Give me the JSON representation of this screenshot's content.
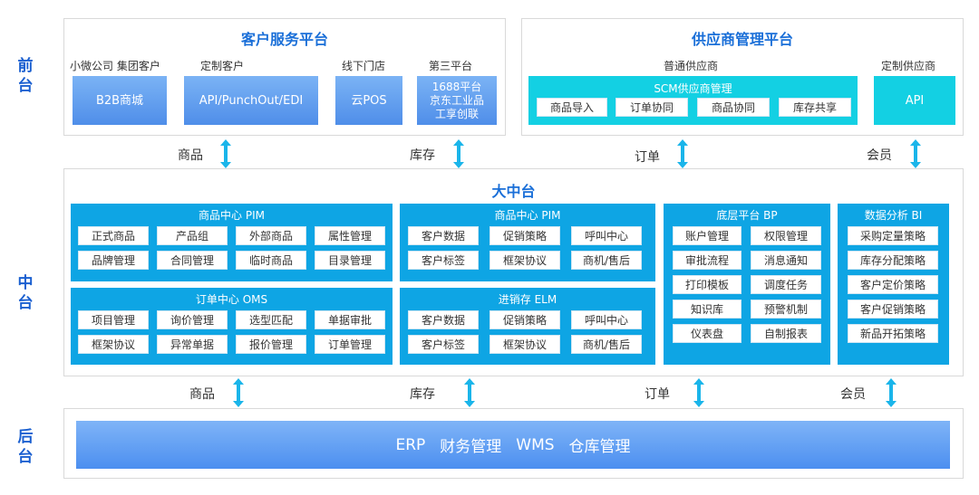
{
  "tiers": {
    "front": [
      "前",
      "台"
    ],
    "middle": [
      "中",
      "台"
    ],
    "back": [
      "后",
      "台"
    ]
  },
  "front": {
    "customer_platform": {
      "title": "客户服务平台",
      "groups": [
        {
          "caption": "小微公司 集团客户",
          "card": [
            "B2B商城"
          ]
        },
        {
          "caption": "定制客户",
          "card": [
            "API/PunchOut/EDI"
          ]
        },
        {
          "caption": "线下门店",
          "card": [
            "云POS"
          ]
        },
        {
          "caption": "第三平台",
          "card": [
            "1688平台",
            "京东工业品",
            "工享创联"
          ]
        }
      ]
    },
    "supplier_platform": {
      "title": "供应商管理平台",
      "normal_caption": "普通供应商",
      "scm_title": "SCM供应商管理",
      "scm_items": [
        "商品导入",
        "订单协同",
        "商品协同",
        "库存共享"
      ],
      "custom_caption": "定制供应商",
      "custom_card": "API"
    }
  },
  "flows_top": [
    "商品",
    "库存",
    "订单",
    "会员"
  ],
  "middle": {
    "title": "大中台",
    "modules": [
      {
        "title": "商品中心 PIM",
        "items": [
          "正式商品",
          "产品组",
          "外部商品",
          "属性管理",
          "品牌管理",
          "合同管理",
          "临时商品",
          "目录管理"
        ]
      },
      {
        "title": "订单中心 OMS",
        "items": [
          "项目管理",
          "询价管理",
          "选型匹配",
          "单据审批",
          "框架协议",
          "异常单据",
          "报价管理",
          "订单管理"
        ]
      },
      {
        "title": "商品中心 PIM",
        "items": [
          "客户数据",
          "促销策略",
          "呼叫中心",
          "客户标签",
          "框架协议",
          "商机/售后"
        ]
      },
      {
        "title": "进销存 ELM",
        "items": [
          "客户数据",
          "促销策略",
          "呼叫中心",
          "客户标签",
          "框架协议",
          "商机/售后"
        ]
      },
      {
        "title": "底层平台 BP",
        "items": [
          "账户管理",
          "权限管理",
          "审批流程",
          "消息通知",
          "打印模板",
          "调度任务",
          "知识库",
          "预警机制",
          "仪表盘",
          "自制报表"
        ]
      },
      {
        "title": "数据分析 BI",
        "items": [
          "采购定量策略",
          "库存分配策略",
          "客户定价策略",
          "客户促销策略",
          "新品开拓策略"
        ]
      }
    ]
  },
  "flows_bottom": [
    "商品",
    "库存",
    "订单",
    "会员"
  ],
  "back": {
    "items": [
      "ERP",
      "财务管理",
      "WMS",
      "仓库管理"
    ]
  },
  "colors": {
    "accent": "#1a6fd8",
    "module": "#0ea5e4",
    "cyan": "#13d0e3",
    "card": "#5b97ec"
  }
}
